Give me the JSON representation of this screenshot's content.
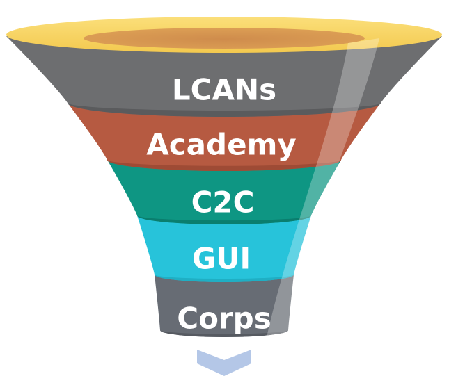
{
  "funnel": {
    "rim_color": "#F8D35E",
    "rim_inner_color": "#D9954F",
    "arrow_color": "#B4C7E7",
    "stages": [
      {
        "label": "LCANs",
        "color": "#6D6E70",
        "bottom_color": "#5A5B5D"
      },
      {
        "label": "Academy",
        "color": "#B65A41",
        "bottom_color": "#9E4B35"
      },
      {
        "label": "C2C",
        "color": "#0E9683",
        "bottom_color": "#0A7E6E"
      },
      {
        "label": "GUI",
        "color": "#27C3DA",
        "bottom_color": "#1FAFC4"
      },
      {
        "label": "Corps",
        "color": "#676C74",
        "bottom_color": "#565A61"
      }
    ]
  }
}
